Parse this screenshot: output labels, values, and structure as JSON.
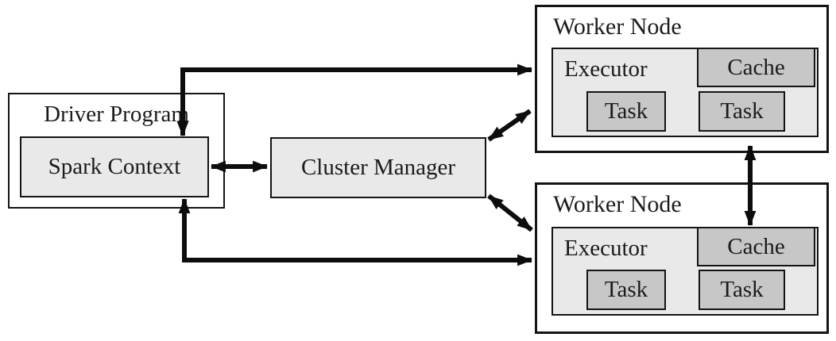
{
  "driver": {
    "title": "Driver Program",
    "spark_context": "Spark Context"
  },
  "cluster_manager": {
    "label": "Cluster Manager"
  },
  "workers": [
    {
      "title": "Worker Node",
      "executor": "Executor",
      "cache": "Cache",
      "tasks": [
        "Task",
        "Task"
      ]
    },
    {
      "title": "Worker Node",
      "executor": "Executor",
      "cache": "Cache",
      "tasks": [
        "Task",
        "Task"
      ]
    }
  ],
  "colors": {
    "background": "#ffffff",
    "fill_light": "#e9e9e9",
    "fill_dark": "#c7c7c7",
    "border": "#141414",
    "arrow": "#0d0d0d"
  }
}
